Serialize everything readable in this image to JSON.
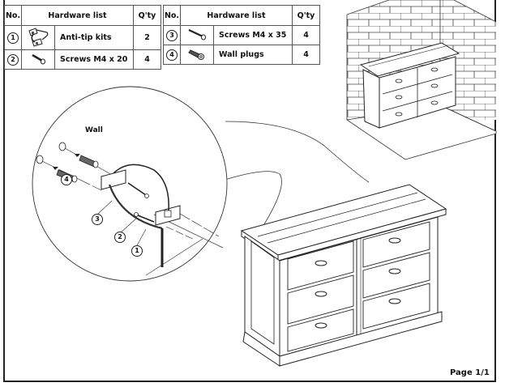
{
  "hardware_tables": [
    {
      "headers": {
        "no": "No.",
        "list": "Hardware list",
        "qty": "Q'ty"
      },
      "rows": [
        {
          "no": "1",
          "icon": "anti-tip-kit-icon",
          "name": "Anti-tip kits",
          "qty": "2"
        },
        {
          "no": "2",
          "icon": "screw-icon",
          "name": "Screws M4 x 20",
          "qty": "4"
        }
      ]
    },
    {
      "headers": {
        "no": "No.",
        "list": "Hardware list",
        "qty": "Q'ty"
      },
      "rows": [
        {
          "no": "3",
          "icon": "long-screw-icon",
          "name": "Screws M4 x 35",
          "qty": "4"
        },
        {
          "no": "4",
          "icon": "wall-plug-icon",
          "name": "Wall plugs",
          "qty": "4"
        }
      ]
    }
  ],
  "detail": {
    "wall_label": "Wall",
    "callouts": [
      "1",
      "2",
      "3",
      "4"
    ]
  },
  "footer": {
    "page": "Page 1/1"
  }
}
